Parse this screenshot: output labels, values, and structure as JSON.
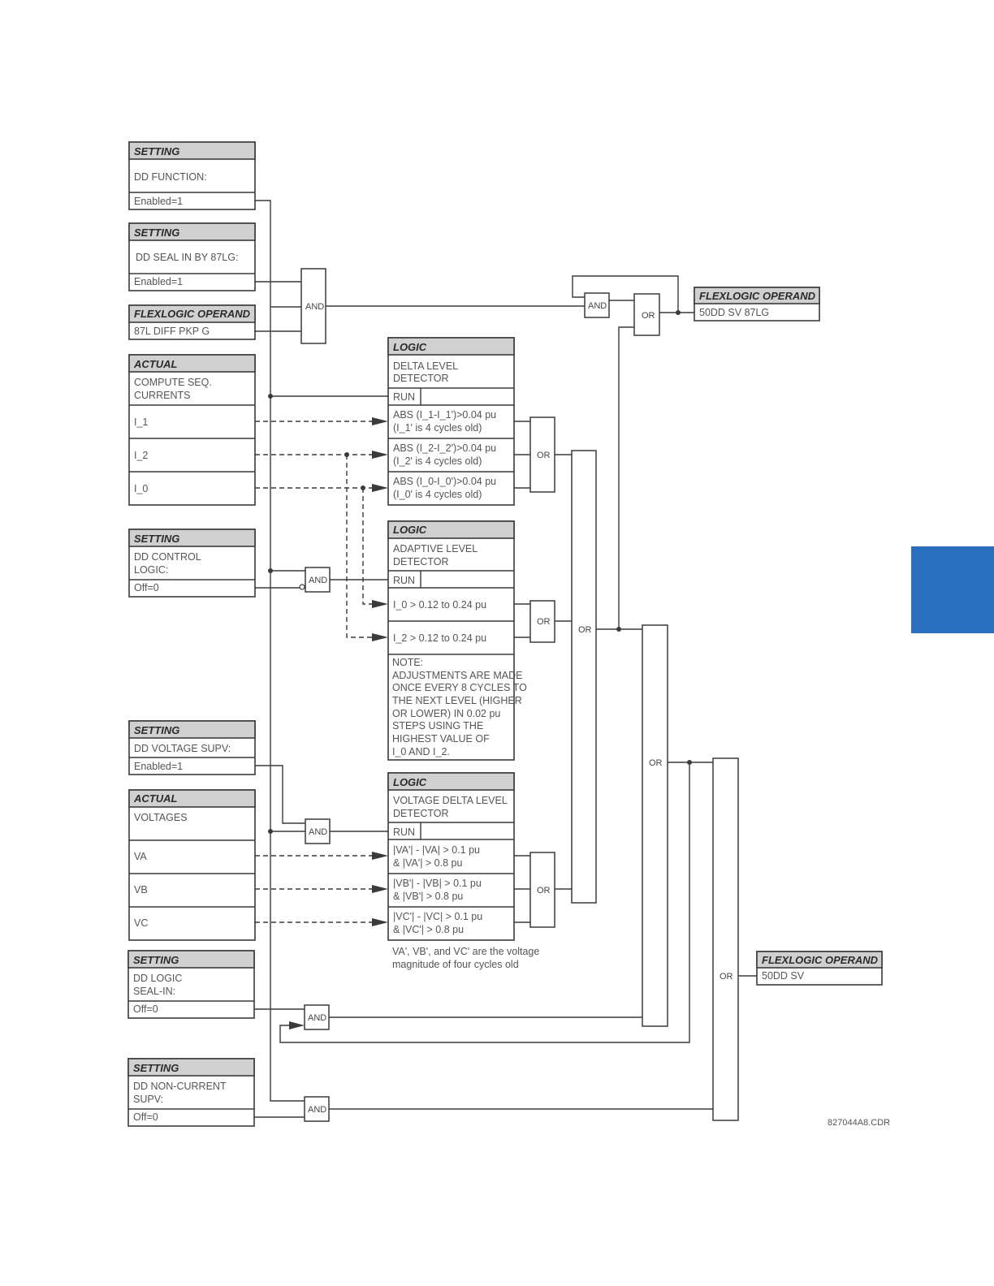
{
  "side_tab": {
    "color": "#2a70be"
  },
  "setting_dd_function": {
    "header": "SETTING",
    "label": "DD FUNCTION:",
    "value": "Enabled=1"
  },
  "setting_dd_seal_in": {
    "header": "SETTING",
    "label": "DD SEAL IN BY 87LG:",
    "value": "Enabled=1"
  },
  "operand_87l": {
    "header": "FLEXLOGIC OPERAND",
    "value": "87L DIFF PKP G"
  },
  "actual_currents": {
    "header": "ACTUAL",
    "label_line1": "COMPUTE SEQ.",
    "label_line2": "CURRENTS",
    "rows": [
      "I_1",
      "I_2",
      "I_0"
    ]
  },
  "setting_dd_control": {
    "header": "SETTING",
    "label_line1": "DD CONTROL",
    "label_line2": "LOGIC:",
    "value": "Off=0"
  },
  "setting_dd_voltage": {
    "header": "SETTING",
    "label": "DD VOLTAGE SUPV:",
    "value": "Enabled=1"
  },
  "actual_voltages": {
    "header": "ACTUAL",
    "label": "VOLTAGES",
    "rows": [
      "VA",
      "VB",
      "VC"
    ]
  },
  "setting_dd_seal_logic": {
    "header": "SETTING",
    "label_line1": "DD LOGIC",
    "label_line2": "SEAL-IN:",
    "value": "Off=0"
  },
  "setting_dd_noncurrent": {
    "header": "SETTING",
    "label_line1": "DD NON-CURRENT",
    "label_line2": "SUPV:",
    "value": "Off=0"
  },
  "logic_delta": {
    "header": "LOGIC",
    "title_line1": "DELTA LEVEL",
    "title_line2": "DETECTOR",
    "run": "RUN",
    "conditions": [
      {
        "line1": "ABS (I_1-I_1')>0.04 pu",
        "line2": "(I_1' is 4 cycles old)"
      },
      {
        "line1": "ABS (I_2-I_2')>0.04 pu",
        "line2": "(I_2' is 4 cycles old)"
      },
      {
        "line1": "ABS (I_0-I_0')>0.04 pu",
        "line2": "(I_0' is 4 cycles old)"
      }
    ]
  },
  "logic_adaptive": {
    "header": "LOGIC",
    "title_line1": "ADAPTIVE LEVEL",
    "title_line2": "DETECTOR",
    "run": "RUN",
    "conditions": [
      "I_0 > 0.12 to 0.24 pu",
      "I_2 > 0.12 to 0.24 pu"
    ],
    "note_lines": [
      "NOTE:",
      "ADJUSTMENTS ARE MADE",
      "ONCE EVERY 8 CYCLES TO",
      "THE NEXT LEVEL (HIGHER",
      "OR LOWER) IN 0.02 pu",
      "STEPS USING THE",
      "HIGHEST VALUE OF",
      "I_0 AND I_2."
    ]
  },
  "logic_voltage": {
    "header": "LOGIC",
    "title_line1": "VOLTAGE DELTA LEVEL",
    "title_line2": "DETECTOR",
    "run": "RUN",
    "conditions": [
      {
        "line1": "|VA'| - |VA| > 0.1 pu",
        "line2": "& |VA'| > 0.8 pu"
      },
      {
        "line1": "|VB'| - |VB| > 0.1 pu",
        "line2": "& |VB'| > 0.8 pu"
      },
      {
        "line1": "|VC'| - |VC| > 0.1 pu",
        "line2": "& |VC'| > 0.8 pu"
      }
    ],
    "footnote_line1": "VA', VB', and VC' are the voltage",
    "footnote_line2": "magnitude of four cycles old"
  },
  "gates": {
    "and": "AND",
    "or": "OR"
  },
  "output_sv_87lg": {
    "header": "FLEXLOGIC OPERAND",
    "value": "50DD SV 87LG"
  },
  "output_sv": {
    "header": "FLEXLOGIC OPERAND",
    "value": "50DD SV"
  },
  "drawing_id": "827044A8.CDR"
}
